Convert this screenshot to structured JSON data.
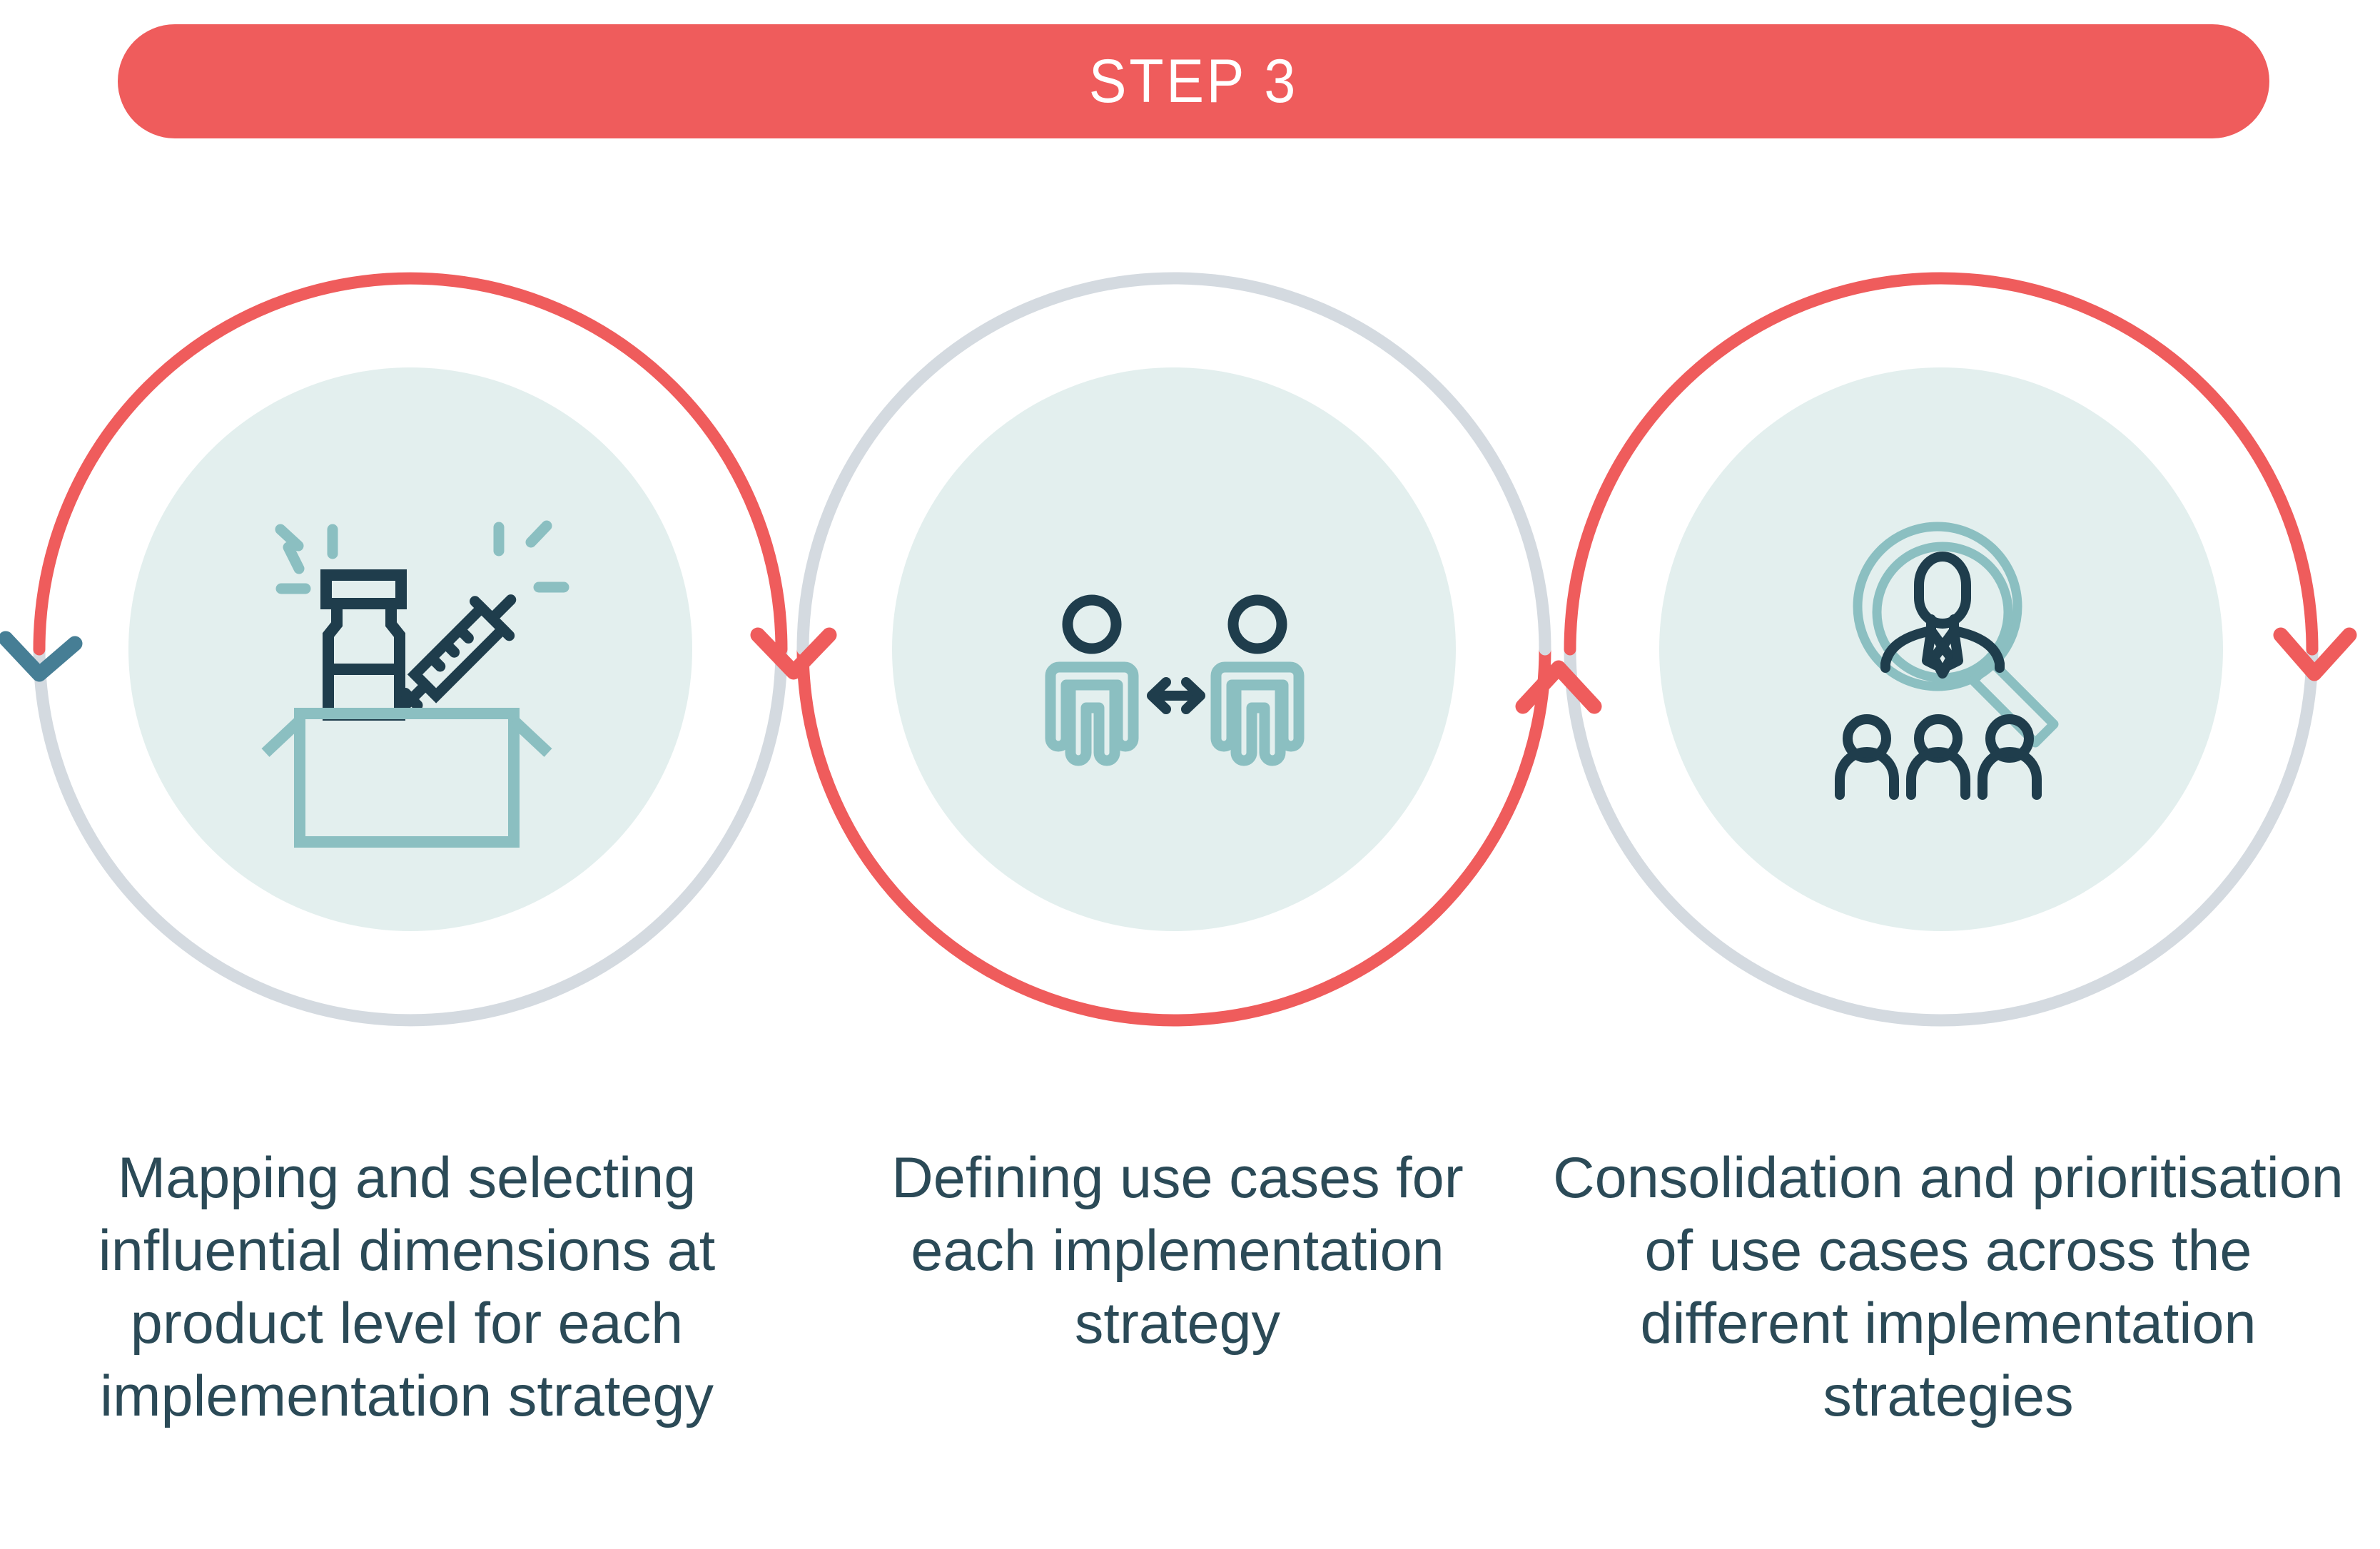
{
  "banner": {
    "label": "STEP 3",
    "background_color": "#EF5C5C",
    "text_color": "#FFFFFF"
  },
  "palette": {
    "coral": "#EF5C5C",
    "light_gray_arc": "#D4DAE0",
    "steel_blue_arrow": "#467E95",
    "disc_fill": "#E3EFEE",
    "icon_dark": "#1F3D4C",
    "icon_teal": "#8BBFC1",
    "caption_text": "#2B4A57",
    "page_background": "#FFFFFF"
  },
  "steps": [
    {
      "index": 1,
      "icon_name": "vaccine-box-icon",
      "icon_description": "vaccine vial and syringe in an open box with sparkle lines",
      "ring_top_color": "#EF5C5C",
      "ring_bottom_color": "#D4DAE0",
      "caption": "Mapping and selecting influential dimensions at product level for each implementation strategy"
    },
    {
      "index": 2,
      "icon_name": "two-people-distance-icon",
      "icon_description": "two standing people with a double-headed arrow between them",
      "ring_top_color": "#D4DAE0",
      "ring_bottom_color": "#EF5C5C",
      "caption": "Defining use cases for each implementation strategy"
    },
    {
      "index": 3,
      "icon_name": "magnifier-person-search-icon",
      "icon_description": "magnifying glass over a person in a suit with three small people below",
      "ring_top_color": "#EF5C5C",
      "ring_bottom_color": "#D4DAE0",
      "caption": "Consolidation and prioritisation of use cases across the different implementation strategies"
    }
  ],
  "arrows": [
    {
      "name": "flow-arrow-start",
      "direction": "down",
      "color": "#467E95"
    },
    {
      "name": "flow-arrow-junction-1",
      "direction": "down",
      "color": "#EF5C5C"
    },
    {
      "name": "flow-arrow-junction-2",
      "direction": "up",
      "color": "#EF5C5C"
    },
    {
      "name": "flow-arrow-end",
      "direction": "down",
      "color": "#EF5C5C"
    }
  ]
}
